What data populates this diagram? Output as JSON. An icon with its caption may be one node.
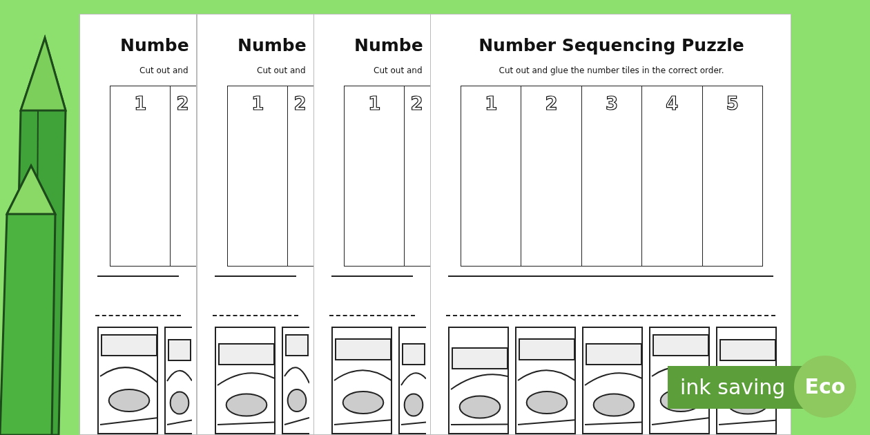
{
  "diagram": {
    "nodes": [
      {
        "text": [
          "Numbe",
          "Cut out and"
        ]
      },
      {
        "text": [
          "1"
        ],
        "in": 0
      },
      {
        "text": [
          "2"
        ],
        "in": 0
      },
      {
        "text": [],
        "shape": "picture",
        "in": 0
      },
      {
        "text": [],
        "shape": "picture",
        "in": 0
      },
      {
        "text": [
          "Numbe",
          "Cut out and"
        ]
      },
      {
        "text": [
          "1"
        ],
        "in": 5
      },
      {
        "text": [
          "2"
        ],
        "in": 5
      },
      {
        "text": [],
        "shape": "picture",
        "in": 5
      },
      {
        "text": [],
        "shape": "picture",
        "in": 5
      },
      {
        "text": [
          "Numbe",
          "Cut out and"
        ]
      },
      {
        "text": [
          "1"
        ],
        "in": 10
      },
      {
        "text": [
          "2"
        ],
        "in": 10
      },
      {
        "text": [],
        "shape": "picture",
        "in": 10
      },
      {
        "text": [],
        "shape": "picture",
        "in": 10
      },
      {
        "text": [
          "Number Sequencing Puzzle",
          "Cut out and glue the number tiles in the correct order."
        ]
      },
      {
        "text": [
          "1"
        ],
        "in": 15
      },
      {
        "text": [
          "2"
        ],
        "in": 15
      },
      {
        "text": [
          "3"
        ],
        "in": 15
      },
      {
        "text": [
          "4"
        ],
        "in": 15
      },
      {
        "text": [
          "5"
        ],
        "in": 15
      },
      {
        "text": [],
        "shape": "picture",
        "in": 15
      },
      {
        "text": [],
        "shape": "picture",
        "in": 15
      },
      {
        "text": [],
        "shape": "picture",
        "in": 15
      },
      {
        "text": [],
        "shape": "picture",
        "in": 15
      },
      {
        "text": [],
        "shape": "picture",
        "in": 15
      }
    ],
    "labels": [
      "ink saving",
      "Eco"
    ]
  }
}
